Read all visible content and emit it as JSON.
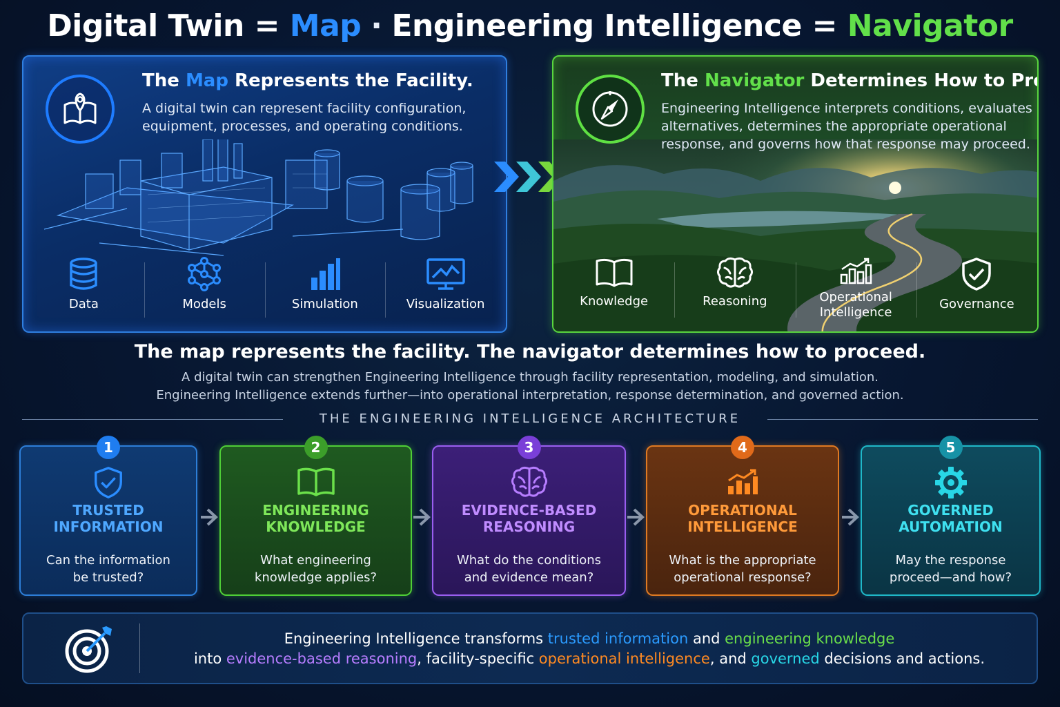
{
  "title": {
    "part1": "Digital Twin = ",
    "map": "Map",
    "dot": "·",
    "part2": "Engineering Intelligence = ",
    "navigator": "Navigator"
  },
  "map_panel": {
    "heading_pre": "The ",
    "heading_hl": "Map",
    "heading_post": " Represents the Facility.",
    "body": "A digital twin can represent facility configuration, equipment, processes, and operating conditions.",
    "items": [
      {
        "label": "Data",
        "icon": "database-icon"
      },
      {
        "label": "Models",
        "icon": "network-icon"
      },
      {
        "label": "Simulation",
        "icon": "bar-chart-icon"
      },
      {
        "label": "Visualization",
        "icon": "monitor-icon"
      }
    ]
  },
  "nav_panel": {
    "heading_pre": "The ",
    "heading_hl": "Navigator",
    "heading_post": " Determines How to Proceed.",
    "body": "Engineering Intelligence interprets conditions, evaluates alternatives, determines the appropriate operational response, and governs how that response may proceed.",
    "items": [
      {
        "label": "Knowledge",
        "icon": "book-icon"
      },
      {
        "label": "Reasoning",
        "icon": "brain-icon"
      },
      {
        "label": "Operational Intelligence",
        "icon": "growth-chart-icon"
      },
      {
        "label": "Governance",
        "icon": "shield-check-icon"
      }
    ]
  },
  "middle": {
    "heading": "The map represents the facility.  The navigator determines how to proceed.",
    "line1": "A digital twin can strengthen Engineering Intelligence through facility representation, modeling, and simulation.",
    "line2": "Engineering Intelligence extends further—into operational interpretation, response determination, and governed action."
  },
  "section_title": "THE ENGINEERING INTELLIGENCE ARCHITECTURE",
  "steps": [
    {
      "num": "1",
      "title1": "TRUSTED",
      "title2": "INFORMATION",
      "q1": "Can the information",
      "q2": "be trusted?",
      "icon": "shield-check-icon",
      "color": "#2b8dff"
    },
    {
      "num": "2",
      "title1": "ENGINEERING",
      "title2": "KNOWLEDGE",
      "q1": "What engineering",
      "q2": "knowledge applies?",
      "icon": "book-icon",
      "color": "#6be04a"
    },
    {
      "num": "3",
      "title1": "EVIDENCE-BASED",
      "title2": "REASONING",
      "q1": "What do the conditions",
      "q2": "and evidence mean?",
      "icon": "brain-icon",
      "color": "#b77dff"
    },
    {
      "num": "4",
      "title1": "OPERATIONAL",
      "title2": "INTELLIGENCE",
      "q1": "What is the appropriate",
      "q2": "operational response?",
      "icon": "growth-chart-icon",
      "color": "#ff8a22"
    },
    {
      "num": "5",
      "title1": "GOVERNED",
      "title2": "AUTOMATION",
      "q1": "May the response",
      "q2": "proceed—and how?",
      "icon": "gear-icon",
      "color": "#28d6e6"
    }
  ],
  "banner": {
    "icon": "target-icon",
    "l1_a": "Engineering Intelligence transforms ",
    "l1_b": "trusted information",
    "l1_c": " and ",
    "l1_d": "engineering knowledge",
    "l2_a": "into ",
    "l2_b": "evidence-based reasoning",
    "l2_c": ", facility-specific ",
    "l2_d": "operational intelligence",
    "l2_e": ", and ",
    "l2_f": "governed",
    "l2_g": " decisions and actions."
  }
}
